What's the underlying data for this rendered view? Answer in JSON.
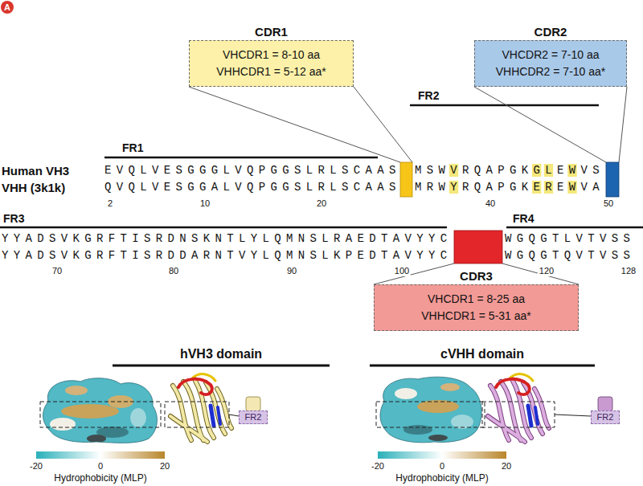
{
  "diagram": {
    "nodes": [
      {
        "text": [
          "CDR1",
          "VHCDR1 = 8-10 aa",
          "VHHCDR1 = 5-12 aa*"
        ]
      },
      {
        "text": [
          "CDR2",
          "VHCDR2 = 7-10 aa",
          "VHHCDR2 = 7-10 aa*"
        ]
      },
      {
        "text": [
          "CDR3",
          "VHCDR1 = 8-25 aa",
          "VHHCDR1 = 5-31 aa*"
        ]
      },
      {
        "text": [
          "FR2"
        ]
      },
      {
        "text": [
          "FR2"
        ]
      }
    ],
    "labels": [
      "A",
      "FR1",
      "FR2",
      "Human VH3",
      "VHH (3k1k)",
      "EVQLVESGGGLVQPGGSLRLSCAAS",
      "MSWVRQAPGKGLEWVS",
      "QVQLVESGGALVQPGGSLRLSCAAS",
      "MRWYRQAPGKEREWVA",
      "2",
      "10",
      "20",
      "40",
      "50",
      "FR3",
      "FR4",
      "YYADSVKGRFTISRDNSKNTLYLQMNSLRAEDTAVYYC",
      "WGQGTLVTVSS",
      "YYADSVKGRFTISRDDARNTVYLQMNSLKPEDTAVYYC",
      "WGQGTQVTVSS",
      "70",
      "80",
      "90",
      "100",
      "120",
      "128",
      "hVH3 domain",
      "cVHH domain",
      "-20",
      "0",
      "20",
      "Hydrophobicity (MLP)",
      "-20",
      "0",
      "20",
      "Hydrophobicity (MLP)"
    ]
  }
}
